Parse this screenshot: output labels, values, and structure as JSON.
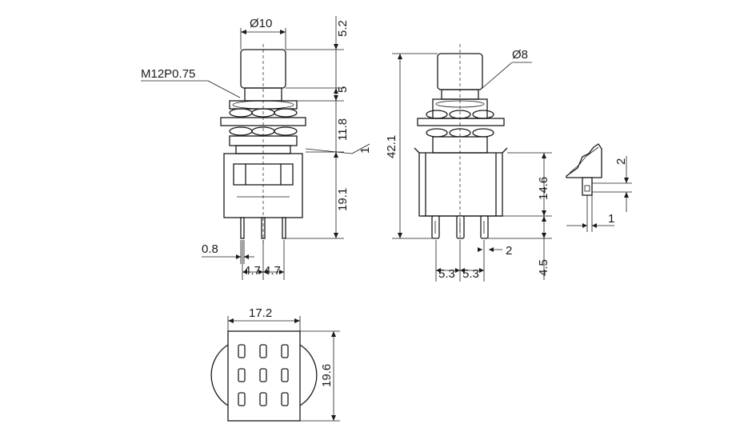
{
  "dimensions": {
    "front": {
      "cap_diameter": "Ø10",
      "thread": "M12P0.75",
      "cap_height": "5.2",
      "stem_height": "5",
      "bushing_height": "11.8",
      "nut_gap": "1",
      "body_height": "19.1",
      "pin_width": "0.8",
      "pin_pitch_left": "4.7",
      "pin_pitch_right": "4.7"
    },
    "side": {
      "cap_diameter": "Ø8",
      "overall_height": "42.1",
      "body_height": "14.6",
      "pin_length": "4.5",
      "pin_pitch_left": "5.3",
      "pin_pitch_right": "5.3",
      "pin_gap": "2"
    },
    "detail": {
      "hole_height": "2",
      "pin_thickness": "1"
    },
    "bottom": {
      "width": "17.2",
      "depth": "19.6"
    }
  }
}
